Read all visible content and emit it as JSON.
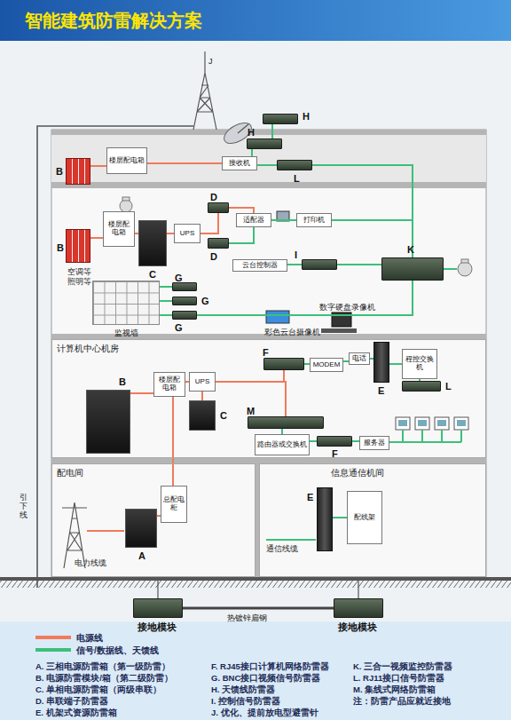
{
  "diagram": {
    "title": "智能建筑防雷解决方案",
    "nodes": [
      {
        "text": [
          "H"
        ]
      },
      {
        "text": [
          "楼层配电箱"
        ]
      },
      {
        "text": [
          "B"
        ]
      },
      {
        "text": [
          "接收机"
        ]
      },
      {
        "text": [
          "H"
        ]
      },
      {
        "text": [
          "L"
        ]
      },
      {
        "text": [
          "楼层配电箱"
        ]
      },
      {
        "text": [
          "B"
        ]
      },
      {
        "text": [
          "C"
        ]
      },
      {
        "text": [
          "UPS"
        ]
      },
      {
        "text": [
          "D"
        ]
      },
      {
        "text": [
          "D"
        ]
      },
      {
        "text": [
          "适配器"
        ]
      },
      {
        "text": [
          "打印机"
        ]
      },
      {
        "text": [
          "K"
        ]
      },
      {
        "text": [
          "云台控制器"
        ]
      },
      {
        "text": [
          "I"
        ]
      },
      {
        "text": [
          "监视墙"
        ]
      },
      {
        "text": [
          "G"
        ]
      },
      {
        "text": [
          "G"
        ]
      },
      {
        "text": [
          "G"
        ]
      },
      {
        "text": [
          "计算机中心机房"
        ]
      },
      {
        "text": [
          "楼层配电箱"
        ],
        "in": 21
      },
      {
        "text": [
          "B"
        ],
        "in": 21
      },
      {
        "text": [
          "C"
        ],
        "in": 21
      },
      {
        "text": [
          "UPS"
        ],
        "in": 21
      },
      {
        "text": [
          "F"
        ],
        "in": 21
      },
      {
        "text": [
          "MODEM"
        ],
        "in": 21
      },
      {
        "text": [
          "电话"
        ],
        "in": 21
      },
      {
        "text": [
          "E"
        ],
        "in": 21
      },
      {
        "text": [
          "程控交换机"
        ],
        "in": 21
      },
      {
        "text": [
          "L"
        ],
        "in": 21
      },
      {
        "text": [
          "M"
        ],
        "in": 21
      },
      {
        "text": [
          "路由器或交换机"
        ],
        "in": 21
      },
      {
        "text": [
          "F"
        ],
        "in": 21
      },
      {
        "text": [
          "服务器"
        ],
        "in": 21
      },
      {
        "text": [
          "配电间"
        ]
      },
      {
        "text": [
          "总配电柜"
        ],
        "in": 36
      },
      {
        "text": [
          "A"
        ],
        "in": 36
      },
      {
        "text": [
          "信息通信机间"
        ]
      },
      {
        "text": [
          "E"
        ],
        "in": 39
      },
      {
        "text": [
          "配线架"
        ],
        "in": 39
      },
      {
        "text": [
          "接地模块"
        ]
      },
      {
        "text": [
          "接地模块"
        ]
      }
    ],
    "edges": [
      {
        "from": 0,
        "to": 4,
        "arrow": "none"
      },
      {
        "from": 4,
        "to": 3,
        "arrow": "none"
      },
      {
        "from": 3,
        "to": 5,
        "arrow": "none"
      },
      {
        "from": 5,
        "to": 14,
        "arrow": "none"
      },
      {
        "from": 1,
        "to": 2,
        "arrow": "none"
      },
      {
        "from": 1,
        "to": 3,
        "arrow": "none"
      },
      {
        "from": 6,
        "to": 7,
        "arrow": "none"
      },
      {
        "from": 6,
        "to": 8,
        "arrow": "none"
      },
      {
        "from": 8,
        "to": 9,
        "arrow": "none"
      },
      {
        "from": 9,
        "to": 10,
        "arrow": "none"
      },
      {
        "from": 10,
        "to": 12,
        "arrow": "none"
      },
      {
        "from": 11,
        "to": 12,
        "arrow": "none"
      },
      {
        "from": 12,
        "to": 13,
        "arrow": "none"
      },
      {
        "from": 13,
        "to": 14,
        "arrow": "none"
      },
      {
        "from": 15,
        "to": 16,
        "arrow": "none"
      },
      {
        "from": 16,
        "to": 14,
        "arrow": "none"
      },
      {
        "from": 17,
        "to": 18,
        "arrow": "none"
      },
      {
        "from": 17,
        "to": 19,
        "arrow": "none"
      },
      {
        "from": 17,
        "to": 20,
        "arrow": "none"
      },
      {
        "from": 20,
        "to": 14,
        "arrow": "none"
      },
      {
        "from": 22,
        "to": 23,
        "arrow": "none"
      },
      {
        "from": 22,
        "to": 25,
        "arrow": "none"
      },
      {
        "from": 24,
        "to": 25,
        "arrow": "none"
      },
      {
        "from": 25,
        "to": 26,
        "arrow": "none"
      },
      {
        "from": 26,
        "to": 27,
        "arrow": "none"
      },
      {
        "from": 27,
        "to": 28,
        "arrow": "none"
      },
      {
        "from": 28,
        "to": 29,
        "arrow": "none"
      },
      {
        "from": 29,
        "to": 30,
        "arrow": "none"
      },
      {
        "from": 30,
        "to": 31,
        "arrow": "none"
      },
      {
        "from": 25,
        "to": 32,
        "arrow": "none"
      },
      {
        "from": 32,
        "to": 33,
        "arrow": "none"
      },
      {
        "from": 33,
        "to": 34,
        "arrow": "none"
      },
      {
        "from": 34,
        "to": 35,
        "arrow": "none"
      },
      {
        "from": 37,
        "to": 38,
        "arrow": "none"
      },
      {
        "from": 37,
        "to": 22,
        "arrow": "none"
      },
      {
        "from": 40,
        "to": 41,
        "arrow": "none"
      },
      {
        "from": 42,
        "to": 43,
        "arrow": "none"
      }
    ],
    "labels": [
      "J",
      "空调等",
      "照明等",
      "彩色云台摄像机",
      "数字硬盘录像机",
      "电力线缆",
      "通信线缆",
      "引下线",
      "热镀锌扁钢",
      "A. 三相电源防雷箱（第一级防雷）",
      "B. 电源防雷模块/箱（第二级防雷）",
      "C. 单相电源防雷箱（两级串联）",
      "D. 串联端子防雷器",
      "E. 机架式资源防雷箱",
      "F. RJ45接口计算机网络防雷器",
      "G. BNC接口视频信号防雷器",
      "H. 天馈线防雷器",
      "I. 控制信号防雷器",
      "J. 优化、提前放电型避雷针",
      "K. 三合一视频监控防雷器",
      "L. RJ11接口信号防雷器",
      "M. 集线式网络防雷箱",
      "注：防雷产品应就近接地"
    ],
    "legend": [
      {
        "text": "电源线",
        "color": "#f07a5a"
      },
      {
        "text": "信号/数据线、天馈线",
        "color": "#3cbf7a"
      }
    ]
  }
}
